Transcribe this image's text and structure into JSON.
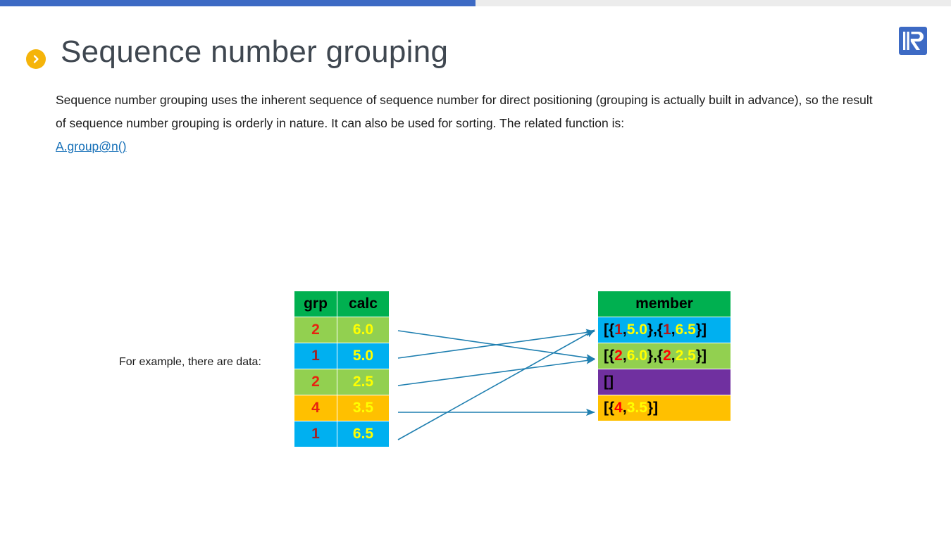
{
  "topbar": {
    "progress_percent": 50,
    "fill_color": "#3d6ac4",
    "track_color": "#ececec"
  },
  "header": {
    "title": "Sequence number grouping",
    "bullet_icon": "chevron-right-circle-icon",
    "logo_icon": "raqsoft-r-logo-icon",
    "logo_color": "#3d6ac4"
  },
  "body": {
    "paragraph": "Sequence number grouping uses the inherent sequence of sequence number for direct positioning (grouping is actually built in advance), so the result of sequence number grouping is orderly in nature. It can also be used for sorting. The related function is:",
    "link_text": "A.group@n()",
    "link_color": "#1670b8"
  },
  "example": {
    "caption": "For example, there are data:"
  },
  "chart_data": {
    "type": "table",
    "title": "Sequence number grouping example",
    "source_table": {
      "name": "source",
      "columns": [
        "grp",
        "calc"
      ],
      "header_bg": "#00b050",
      "rows": [
        {
          "grp": "2",
          "calc": "6.0",
          "bg": "#92d050",
          "group": 2
        },
        {
          "grp": "1",
          "calc": "5.0",
          "bg": "#00b0f0",
          "group": 1
        },
        {
          "grp": "2",
          "calc": "2.5",
          "bg": "#92d050",
          "group": 2
        },
        {
          "grp": "4",
          "calc": "3.5",
          "bg": "#ffc000",
          "group": 4
        },
        {
          "grp": "1",
          "calc": "6.5",
          "bg": "#00b0f0",
          "group": 1
        }
      ]
    },
    "result_table": {
      "name": "member",
      "columns": [
        "member"
      ],
      "header_bg": "#00b050",
      "rows": [
        {
          "index": 1,
          "bg": "#00b0f0",
          "text": "[{1,5.0},{1,6.5}]",
          "parts": [
            {
              "t": "[{",
              "c": "black"
            },
            {
              "t": "1",
              "c": "key1"
            },
            {
              "t": ",",
              "c": "black"
            },
            {
              "t": "5.0",
              "c": "value"
            },
            {
              "t": "},{",
              "c": "black"
            },
            {
              "t": "1",
              "c": "key1"
            },
            {
              "t": ",",
              "c": "black"
            },
            {
              "t": "6.5",
              "c": "value"
            },
            {
              "t": "}]",
              "c": "black"
            }
          ]
        },
        {
          "index": 2,
          "bg": "#92d050",
          "text": "[{2,6.0},{2,2.5}]",
          "parts": [
            {
              "t": "[{",
              "c": "black"
            },
            {
              "t": "2",
              "c": "key2"
            },
            {
              "t": ",",
              "c": "black"
            },
            {
              "t": "6.0",
              "c": "value"
            },
            {
              "t": "},{",
              "c": "black"
            },
            {
              "t": "2",
              "c": "key2"
            },
            {
              "t": ",",
              "c": "black"
            },
            {
              "t": "2.5",
              "c": "value"
            },
            {
              "t": "}]",
              "c": "black"
            }
          ]
        },
        {
          "index": 3,
          "bg": "#7030a0",
          "text": "[]",
          "parts": [
            {
              "t": "[]",
              "c": "black"
            }
          ]
        },
        {
          "index": 4,
          "bg": "#ffc000",
          "text": "[{4,3.5}]",
          "parts": [
            {
              "t": "[{",
              "c": "black"
            },
            {
              "t": "4",
              "c": "key2"
            },
            {
              "t": ",",
              "c": "black"
            },
            {
              "t": "3.5",
              "c": "value"
            },
            {
              "t": "}]",
              "c": "black"
            }
          ]
        }
      ]
    },
    "mappings": [
      {
        "from_row": 1,
        "to_row": 2
      },
      {
        "from_row": 2,
        "to_row": 1
      },
      {
        "from_row": 3,
        "to_row": 2
      },
      {
        "from_row": 4,
        "to_row": 4
      },
      {
        "from_row": 5,
        "to_row": 1
      }
    ],
    "arrow_color": "#1f7fb0"
  }
}
